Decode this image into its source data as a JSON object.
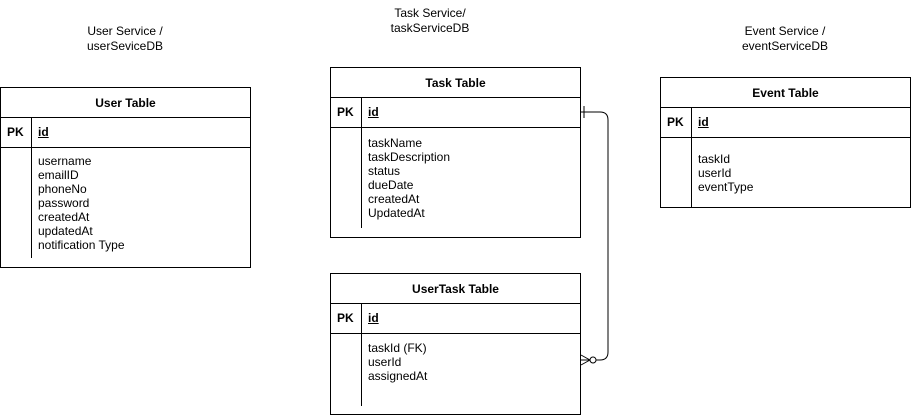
{
  "services": {
    "user": {
      "caption_line1": "User Service /",
      "caption_line2": "userSeviceDB"
    },
    "task": {
      "caption_line1": "Task Service/",
      "caption_line2": "taskServiceDB"
    },
    "event": {
      "caption_line1": "Event Service /",
      "caption_line2": "eventServiceDB"
    }
  },
  "tables": {
    "user": {
      "title": "User Table",
      "pk_label": "PK",
      "pk_field": "id",
      "fields": [
        "username",
        "emailID",
        "phoneNo",
        "password",
        "createdAt",
        "updatedAt",
        "notification Type"
      ]
    },
    "task": {
      "title": "Task Table",
      "pk_label": "PK",
      "pk_field": "id",
      "fields": [
        "taskName",
        "taskDescription",
        "status",
        "dueDate",
        "createdAt",
        "UpdatedAt"
      ]
    },
    "usertask": {
      "title": "UserTask Table",
      "pk_label": "PK",
      "pk_field": "id",
      "fields": [
        "taskId (FK)",
        "userId",
        "assignedAt"
      ]
    },
    "event": {
      "title": "Event Table",
      "pk_label": "PK",
      "pk_field": "id",
      "fields": [
        "taskId",
        "userId",
        "eventType"
      ]
    }
  },
  "relationship": {
    "from": "Task Table",
    "to": "UserTask Table",
    "cardinality": "one-to-many"
  }
}
